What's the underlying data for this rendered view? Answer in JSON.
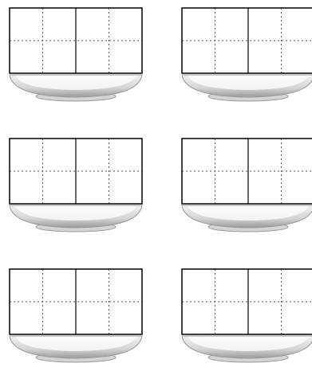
{
  "worksheet": {
    "cards": [
      {
        "grid": {
          "columns": 4,
          "rows": 2
        },
        "icon": "bowl-icon"
      },
      {
        "grid": {
          "columns": 4,
          "rows": 2
        },
        "icon": "bowl-icon"
      },
      {
        "grid": {
          "columns": 4,
          "rows": 2
        },
        "icon": "bowl-icon"
      },
      {
        "grid": {
          "columns": 4,
          "rows": 2
        },
        "icon": "bowl-icon"
      },
      {
        "grid": {
          "columns": 4,
          "rows": 2
        },
        "icon": "bowl-icon"
      },
      {
        "grid": {
          "columns": 4,
          "rows": 2
        },
        "icon": "bowl-icon"
      }
    ],
    "colors": {
      "line": "#000000",
      "dashed": "#555555",
      "bowl_light": "#f2f2f2",
      "bowl_mid": "#d4d4d4",
      "bowl_dark": "#9a9a9a"
    }
  }
}
